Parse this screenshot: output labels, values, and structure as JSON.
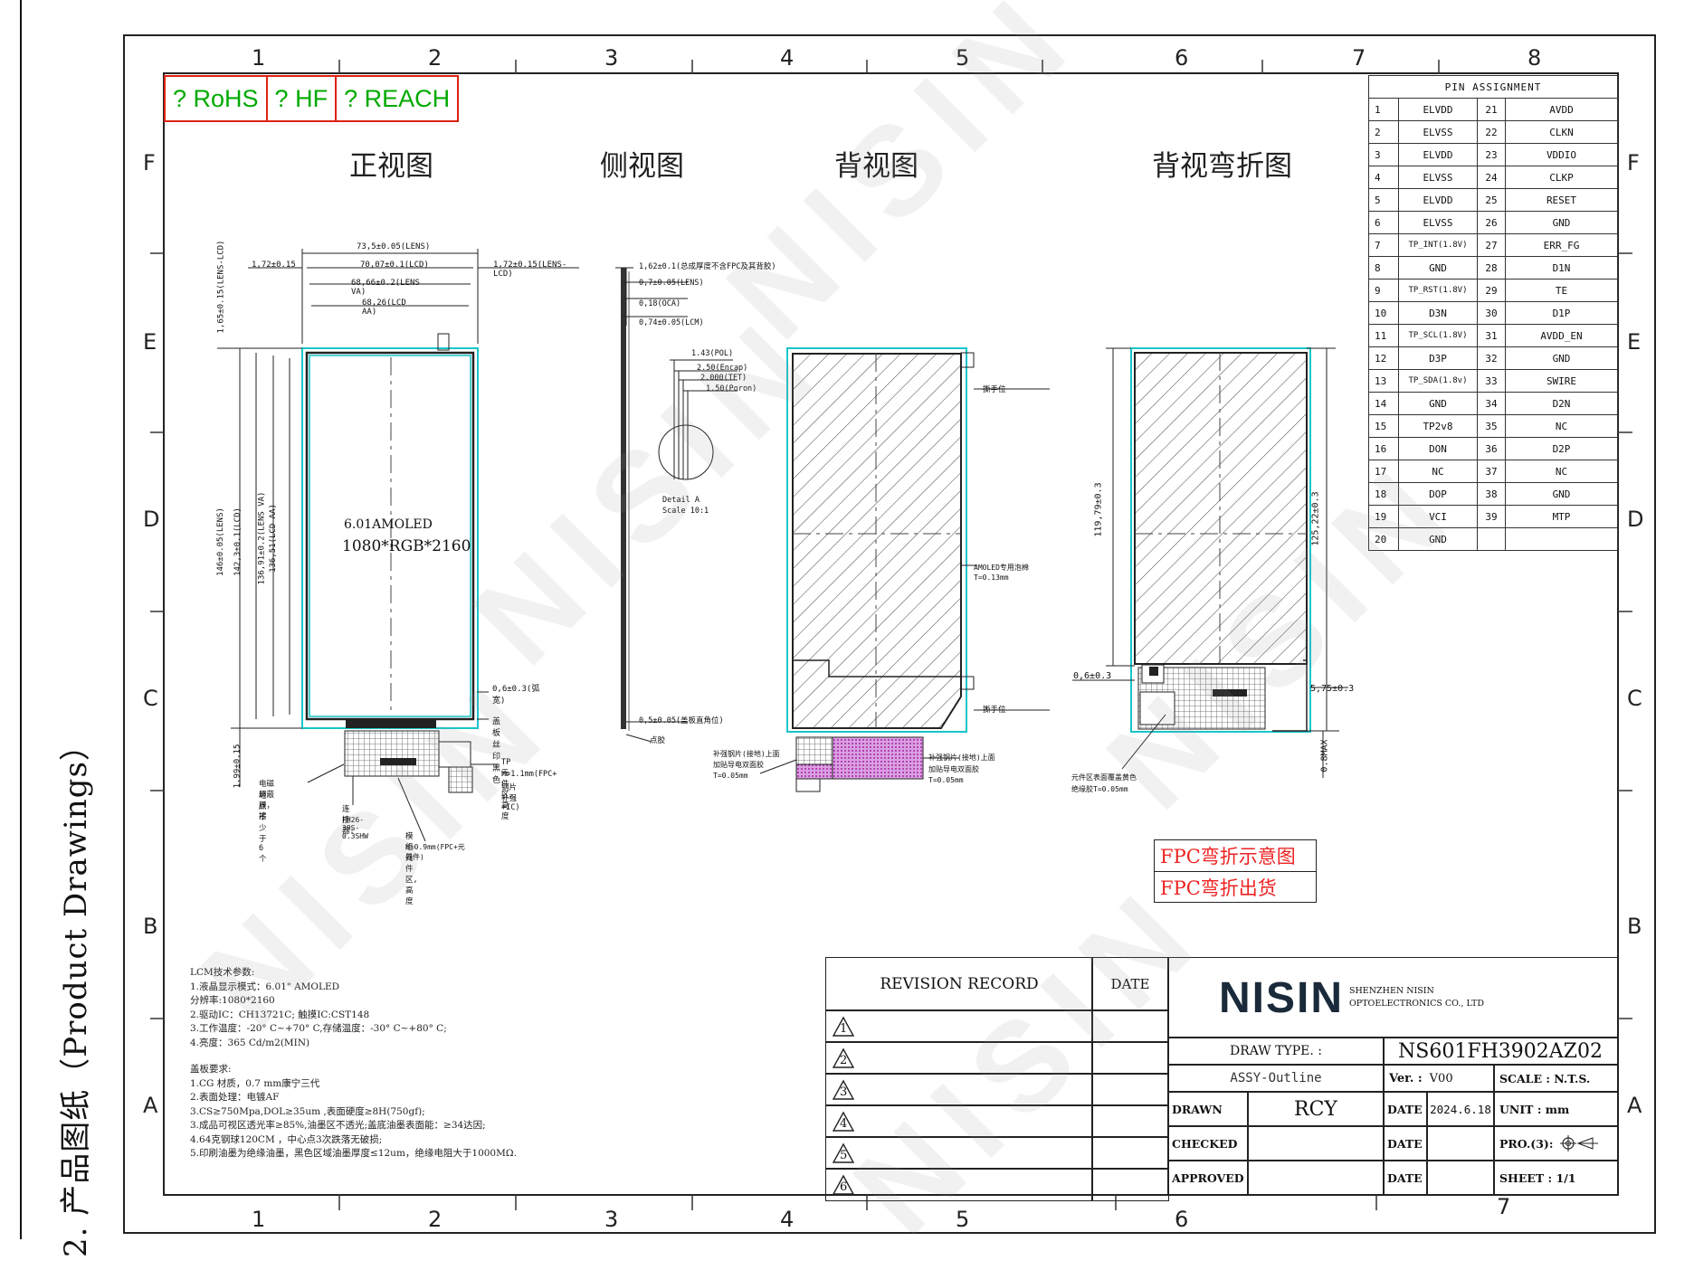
{
  "side_title": "2. 产品图纸（Product Drawings）",
  "zones": {
    "cols_top": [
      "1",
      "2",
      "3",
      "4",
      "5",
      "6",
      "7",
      "8"
    ],
    "cols_bottom": [
      "1",
      "2",
      "3",
      "4",
      "5",
      "6",
      "7"
    ],
    "rows": [
      "F",
      "E",
      "D",
      "C",
      "B",
      "A"
    ]
  },
  "certs": [
    "? RoHS",
    "? HF",
    "? REACH"
  ],
  "views": {
    "front": "正视图",
    "side": "侧视图",
    "back": "背视图",
    "back_bent": "背视弯折图"
  },
  "front_view": {
    "dims_top": [
      "73,5±0.05(LENS)",
      "1,72±0.15",
      "70,07±0.1(LCD)",
      "1,72±0.15(LENS-LCD)",
      "68,66±0.2(LENS VA)",
      "68,26(LCD AA)"
    ],
    "dims_left": [
      "1,65±0.15(LENS-LCD)",
      "146±0.05(LENS)",
      "142,3±0.1(LCD)",
      "136,91±0.2(LENS VA)",
      "136,51(LCD AA)",
      "1,99±0.15"
    ],
    "panel_line1": "6.01AMOLED",
    "panel_line2": "1080*RGB*2160",
    "callouts": [
      "0,6±0.3(弧宽)",
      "盖板丝印黑色",
      "TP元件区,高度",
      "H=1.1mm(FPC+",
      "钢片补强+IC)",
      "电磁屏蔽膜，接",
      "地点不少于6个",
      "连接器:",
      "FH26-39S-0.3SHW",
      "模组元件区,高度",
      "H=0.9mm(FPC+元器件)"
    ]
  },
  "side_view": {
    "dims": [
      "1,62±0.1(总成厚度不含FPC及其背胶)",
      "0,7±0.05(LENS)",
      "0,18(OCA)",
      "0,74±0.05(LCM)",
      "1.43(POL)",
      "2.50(Encap)",
      "2.000(TFT)",
      "1.50(Poron)",
      "0,5±0.05(盖板直角位)",
      "点胶"
    ],
    "detail": [
      "Detail A",
      "Scale 10:1"
    ]
  },
  "back_view": {
    "callouts": [
      "撕手位",
      "AMOLED专用泡棉",
      "T=0.13mm",
      "撕手位",
      "补强钢片(接地)上面",
      "加贴导电双面胶",
      "T=0.05mm",
      "补强钢片(接地)上面",
      "加贴导电双面胶",
      "T=0.05mm"
    ]
  },
  "back_bent_view": {
    "dims": [
      "119,79±0.3",
      "125,22±0.3",
      "0,6±0.3",
      "5,75±0.3",
      "0.8MAX"
    ],
    "callouts": [
      "元件区表面覆盖黄色",
      "绝缘胶T=0.05mm"
    ]
  },
  "fpc_notes": [
    "FPC弯折示意图",
    "FPC弯折出货"
  ],
  "pin_table": {
    "title": "PIN ASSIGNMENT",
    "rows": [
      [
        "1",
        "ELVDD",
        "21",
        "AVDD"
      ],
      [
        "2",
        "ELVSS",
        "22",
        "CLKN"
      ],
      [
        "3",
        "ELVDD",
        "23",
        "VDDIO"
      ],
      [
        "4",
        "ELVSS",
        "24",
        "CLKP"
      ],
      [
        "5",
        "ELVDD",
        "25",
        "RESET"
      ],
      [
        "6",
        "ELVSS",
        "26",
        "GND"
      ],
      [
        "7",
        "TP_INT(1.8V)",
        "27",
        "ERR_FG"
      ],
      [
        "8",
        "GND",
        "28",
        "D1N"
      ],
      [
        "9",
        "TP_RST(1.8V)",
        "29",
        "TE"
      ],
      [
        "10",
        "D3N",
        "30",
        "D1P"
      ],
      [
        "11",
        "TP_SCL(1.8V)",
        "31",
        "AVDD_EN"
      ],
      [
        "12",
        "D3P",
        "32",
        "GND"
      ],
      [
        "13",
        "TP_SDA(1.8v)",
        "33",
        "SWIRE"
      ],
      [
        "14",
        "GND",
        "34",
        "D2N"
      ],
      [
        "15",
        "TP2v8",
        "35",
        "NC"
      ],
      [
        "16",
        "DON",
        "36",
        "D2P"
      ],
      [
        "17",
        "NC",
        "37",
        "NC"
      ],
      [
        "18",
        "DOP",
        "38",
        "GND"
      ],
      [
        "19",
        "VCI",
        "39",
        "MTP"
      ],
      [
        "20",
        "GND",
        "",
        ""
      ]
    ]
  },
  "notes": {
    "lcm": [
      "LCM技术参数:",
      "1.液晶显示模式：6.01\" AMOLED",
      "  分辨率:1080*2160",
      "2.驱动IC：CH13721C;  触摸IC:CST148",
      "3.工作温度：-20° C~+70° C,存储温度：-30° C~+80° C;",
      "4.亮度：365 Cd/m2(MIN)"
    ],
    "cover": [
      "盖板要求:",
      "1.CG 材质，0.7 mm康宁三代",
      "2.表面处理：电镀AF",
      "3.CS≥750Mpa,DOL≥35um ,表面硬度≥8H(750gf);",
      "3.成品可视区透光率≥85%,油墨区不透光;盖底油墨表面能：≥34达因;",
      "4.64克钢球120CM ，中心点3次跌落无破损;",
      "5.印刷油墨为绝缘油墨，黑色区域油墨厚度≤12um，绝缘电阻大于1000MΩ."
    ]
  },
  "title_block": {
    "revision_record": "REVISION RECORD",
    "date_header": "DATE",
    "revisions": [
      "1",
      "2",
      "3",
      "4",
      "5",
      "6"
    ],
    "logo": "NISIN",
    "company": [
      "SHENZHEN NISIN",
      "OPTOELECTRONICS CO., LTD"
    ],
    "draw_type_label": "DRAW TYPE. :",
    "draw_type": "ASSY-Outline",
    "part_no": "NS601FH3902AZ02",
    "ver_label": "Ver. :",
    "ver": "V00",
    "scale": "SCALE : N.T.S.",
    "drawn_label": "DRAWN",
    "drawn_by": "RCY",
    "checked_label": "CHECKED",
    "approved_label": "APPROVED",
    "date_label": "DATE",
    "date": "2024.6.18",
    "unit": "UNIT : mm",
    "projection": "PRO.(3):",
    "sheet": "SHEET :  1/1"
  },
  "watermark": "NISIN",
  "colors": {
    "cyan": "#19c5c9",
    "cert_border": "#dd2211",
    "cert_text": "#00aa00",
    "red_note": "#e02222",
    "magenta": "#cc22cc"
  }
}
